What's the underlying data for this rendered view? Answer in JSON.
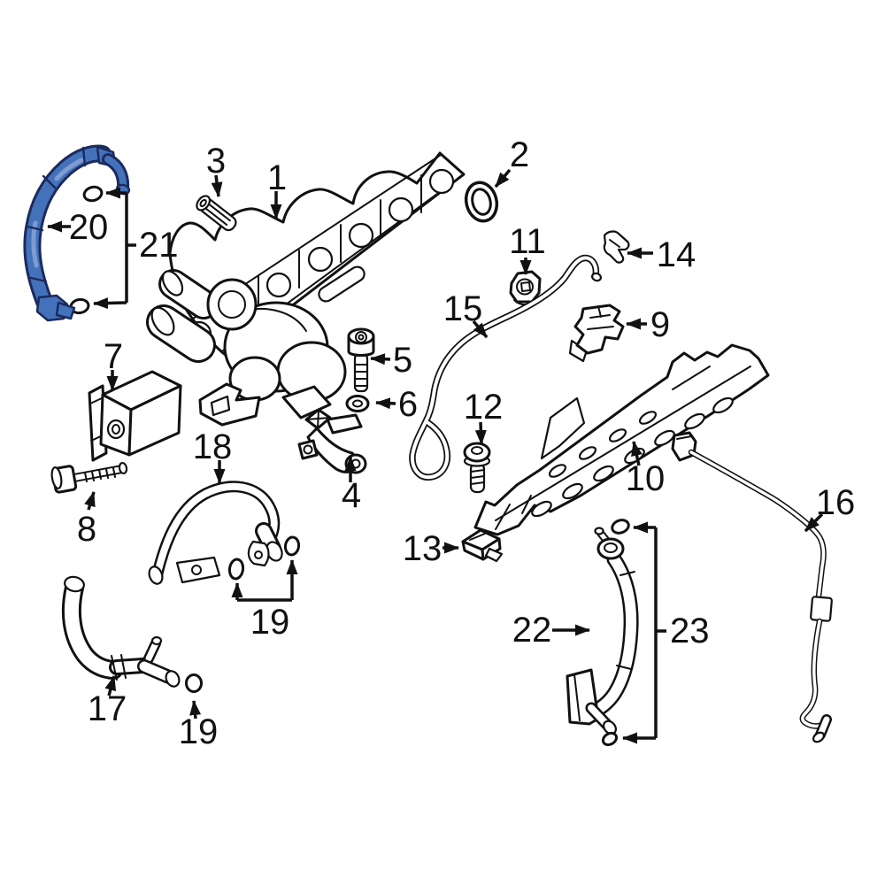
{
  "figure": {
    "type": "exploded-parts-diagram",
    "background": "#ffffff",
    "line_color": "#111111",
    "highlight": {
      "fill": "#4472ba",
      "outline": "#1c2a5e",
      "sheen": "#7e9cd2"
    },
    "highlighted_callout": "20"
  },
  "callouts": {
    "c1": "1",
    "c2": "2",
    "c3": "3",
    "c4": "4",
    "c5": "5",
    "c6": "6",
    "c7": "7",
    "c8": "8",
    "c9": "9",
    "c10": "10",
    "c11": "11",
    "c12": "12",
    "c13": "13",
    "c14": "14",
    "c15": "15",
    "c16": "16",
    "c17": "17",
    "c18": "18",
    "c19_upper": "19",
    "c19_lower": "19",
    "c20": "20",
    "c21": "21",
    "c22": "22",
    "c23": "23"
  }
}
